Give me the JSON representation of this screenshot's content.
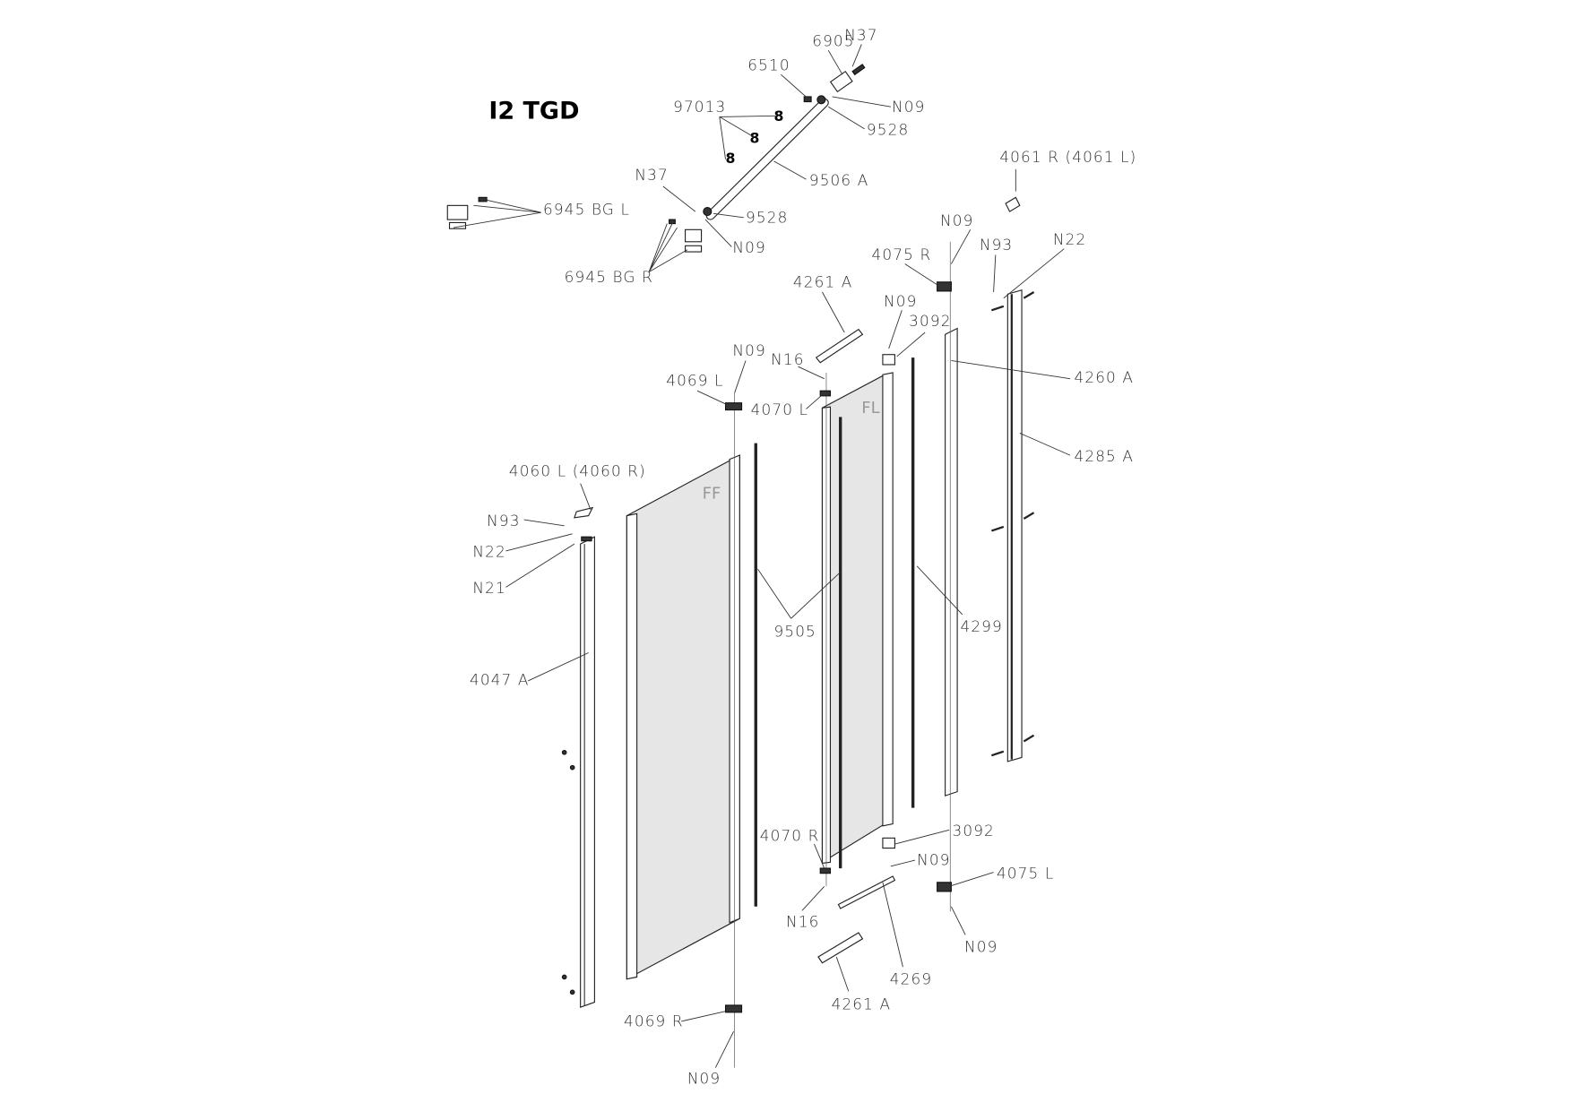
{
  "title": "I2 TGD",
  "glass_labels": {
    "ff": "FF",
    "fl": "FL"
  },
  "parts": {
    "p6905": "6905",
    "n37_top": "N37",
    "p6510": "6510",
    "p97013": "97013",
    "n09_top": "N09",
    "p9528_top": "9528",
    "p9506a": "9506 A",
    "p4061": "4061 R (4061 L)",
    "n37_left": "N37",
    "p6945bgl": "6945 BG L",
    "p9528_left": "9528",
    "n09_4075r": "N09",
    "n09_left": "N09",
    "n93_right": "N93",
    "n22_right": "N22",
    "p4075r": "4075 R",
    "p6945bgr": "6945 BG R",
    "p4261a_top": "4261 A",
    "n09_3092": "N09",
    "p3092_top": "3092",
    "n09_4069l": "N09",
    "n16_top": "N16",
    "p4260a": "4260 A",
    "p4069l": "4069 L",
    "p4070l": "4070 L",
    "p4285a": "4285 A",
    "p4060": "4060 L (4060 R)",
    "n93_left": "N93",
    "n22_left": "N22",
    "n21": "N21",
    "p9505": "9505",
    "p4299": "4299",
    "p4047a": "4047 A",
    "p4070r": "4070 R",
    "p3092_bottom": "3092",
    "n09_3092b": "N09",
    "p4075l": "4075 L",
    "n16_bottom": "N16",
    "n09_4075l": "N09",
    "p4269": "4269",
    "p4261a_bottom": "4261 A",
    "p4069r": "4069 R",
    "n09_bottom": "N09"
  }
}
